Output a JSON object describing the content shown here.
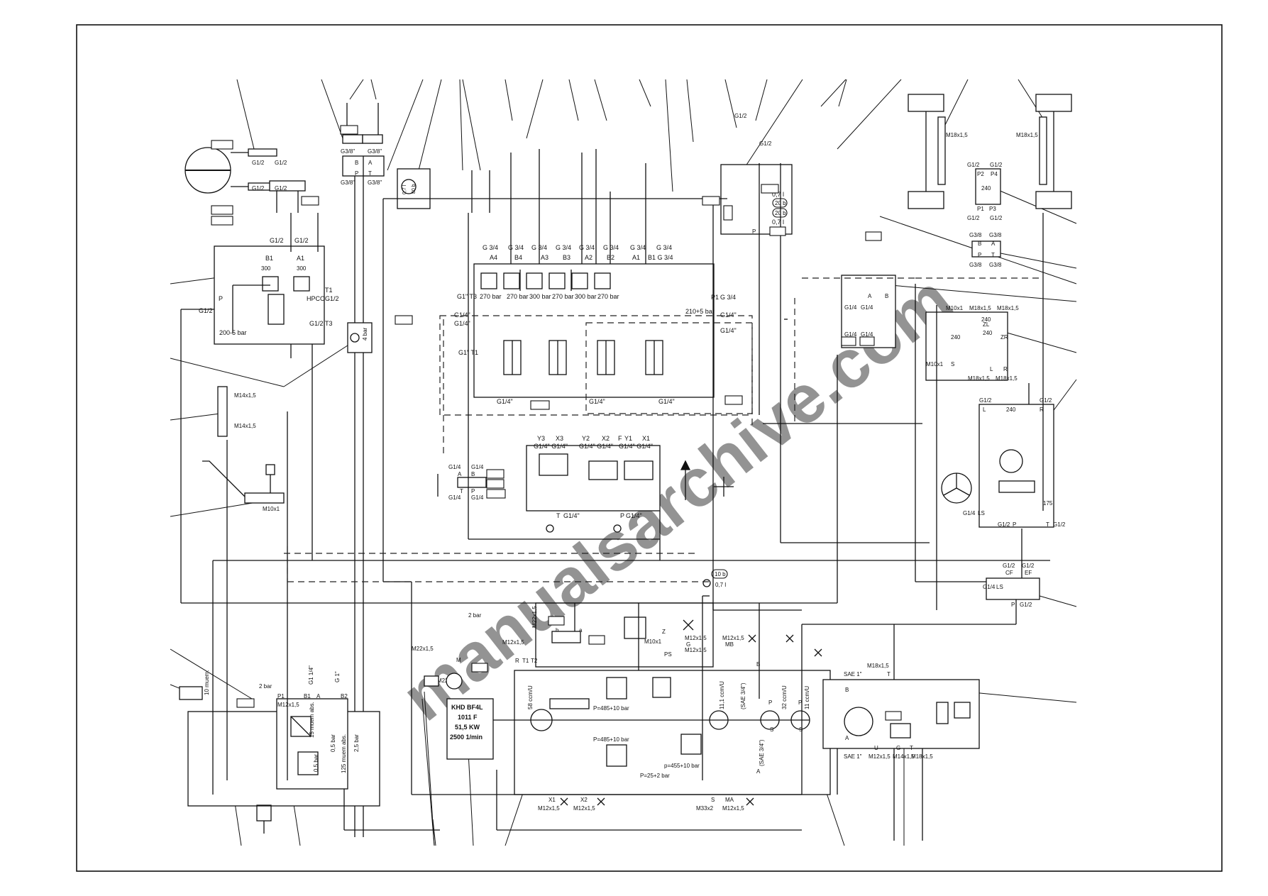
{
  "watermark": "manualsarchive.com",
  "engine": {
    "lines": [
      "KHD BF4L",
      "1011 F",
      "51,5 KW",
      "2500 1/min"
    ]
  },
  "labels": [
    {
      "id": "g12_tl1",
      "text": "G1/2"
    },
    {
      "id": "g12_tl2",
      "text": "G1/2"
    },
    {
      "id": "g12_tl3",
      "text": "G1/2"
    },
    {
      "id": "g12_tl4",
      "text": "G1/2"
    },
    {
      "id": "g38_1",
      "text": "G3/8\""
    },
    {
      "id": "g38_2",
      "text": "G3/8\""
    },
    {
      "id": "g38_3",
      "text": "G3/8\""
    },
    {
      "id": "g38_4",
      "text": "G3/8\""
    },
    {
      "id": "vB",
      "text": "B"
    },
    {
      "id": "vA",
      "text": "A"
    },
    {
      "id": "vP",
      "text": "P"
    },
    {
      "id": "vT",
      "text": "T"
    },
    {
      "id": "acc07",
      "text": "0,7 l"
    },
    {
      "id": "acc80",
      "text": "80 b"
    },
    {
      "id": "bB1",
      "text": "B1"
    },
    {
      "id": "bA1",
      "text": "A1"
    },
    {
      "id": "b300a",
      "text": "300"
    },
    {
      "id": "b300b",
      "text": "300"
    },
    {
      "id": "bG12a",
      "text": "G1/2"
    },
    {
      "id": "bG12b",
      "text": "G1/2"
    },
    {
      "id": "bP",
      "text": "P"
    },
    {
      "id": "bG12c",
      "text": "G1/2"
    },
    {
      "id": "bHPCO",
      "text": "HPCO"
    },
    {
      "id": "bT1",
      "text": "T1"
    },
    {
      "id": "bG12d",
      "text": "G1/2"
    },
    {
      "id": "b200",
      "text": "200-5 bar"
    },
    {
      "id": "bG12e",
      "text": "G1/2"
    },
    {
      "id": "bT3",
      "text": "T3"
    },
    {
      "id": "b4bar",
      "text": "4 bar"
    },
    {
      "id": "cvG34a",
      "text": "G 3/4"
    },
    {
      "id": "cvG34b",
      "text": "G 3/4"
    },
    {
      "id": "cvG34c",
      "text": "G 3/4"
    },
    {
      "id": "cvG34d",
      "text": "G 3/4"
    },
    {
      "id": "cvG34e",
      "text": "G 3/4"
    },
    {
      "id": "cvG34f",
      "text": "G 3/4"
    },
    {
      "id": "cvG34g",
      "text": "G 3/4"
    },
    {
      "id": "cvG34h",
      "text": "G 3/4"
    },
    {
      "id": "cvA4",
      "text": "A4"
    },
    {
      "id": "cvB4",
      "text": "B4"
    },
    {
      "id": "cvA3",
      "text": "A3"
    },
    {
      "id": "cvB3",
      "text": "B3"
    },
    {
      "id": "cvA2",
      "text": "A2"
    },
    {
      "id": "cvB2",
      "text": "B2"
    },
    {
      "id": "cvA1",
      "text": "A1"
    },
    {
      "id": "cvB1",
      "text": "B1 G 3/4"
    },
    {
      "id": "cvG1T3",
      "text": "G1\"  T3"
    },
    {
      "id": "cv270a",
      "text": "270 bar"
    },
    {
      "id": "cv270b",
      "text": "270 bar"
    },
    {
      "id": "cv300a",
      "text": "300 bar"
    },
    {
      "id": "cv270c",
      "text": "270 bar"
    },
    {
      "id": "cv300b",
      "text": "300 bar"
    },
    {
      "id": "cv270d",
      "text": "270 bar"
    },
    {
      "id": "cvP1",
      "text": "P1"
    },
    {
      "id": "cvG34i",
      "text": "G 3/4"
    },
    {
      "id": "cv210",
      "text": "210+5 bar"
    },
    {
      "id": "cvG14a",
      "text": "G1/4\""
    },
    {
      "id": "cvG14b",
      "text": "G1/4\""
    },
    {
      "id": "cvG14c",
      "text": "G1/4\""
    },
    {
      "id": "cvG14d",
      "text": "G1/4\""
    },
    {
      "id": "cvG1T1",
      "text": "G1\"  T1"
    },
    {
      "id": "cvG14e",
      "text": "G1/4\""
    },
    {
      "id": "cvG14f",
      "text": "G1/4\""
    },
    {
      "id": "cvG14g",
      "text": "G1/4\""
    },
    {
      "id": "jY3",
      "text": "Y3"
    },
    {
      "id": "jX3",
      "text": "X3"
    },
    {
      "id": "jY2",
      "text": "Y2"
    },
    {
      "id": "jX2",
      "text": "X2"
    },
    {
      "id": "jF",
      "text": "F"
    },
    {
      "id": "jY1",
      "text": "Y1"
    },
    {
      "id": "jX1",
      "text": "X1"
    },
    {
      "id": "jG14a",
      "text": "G1/4\" G1/4\""
    },
    {
      "id": "jG14b",
      "text": "G1/4\" G1/4\""
    },
    {
      "id": "jG14c",
      "text": "G1/4\" G1/4\""
    },
    {
      "id": "jT",
      "text": "T"
    },
    {
      "id": "jG14d",
      "text": "G1/4\""
    },
    {
      "id": "jP",
      "text": "P"
    },
    {
      "id": "jG14e",
      "text": "G1/4\""
    },
    {
      "id": "sG14a",
      "text": "G1/4"
    },
    {
      "id": "sG14b",
      "text": "G1/4"
    },
    {
      "id": "sA",
      "text": "A"
    },
    {
      "id": "sB",
      "text": "B"
    },
    {
      "id": "sT",
      "text": "T"
    },
    {
      "id": "sP",
      "text": "P"
    },
    {
      "id": "sG14c",
      "text": "G1/4"
    },
    {
      "id": "sG14d",
      "text": "G1/4"
    },
    {
      "id": "m14a",
      "text": "M14x1,5"
    },
    {
      "id": "m14b",
      "text": "M14x1,5"
    },
    {
      "id": "m10",
      "text": "M10x1"
    },
    {
      "id": "rG12a",
      "text": "G1/2"
    },
    {
      "id": "rG12b",
      "text": "G1/2"
    },
    {
      "id": "r07",
      "text": "0,7 l"
    },
    {
      "id": "r20a",
      "text": "20 b"
    },
    {
      "id": "r20b",
      "text": "20 b"
    },
    {
      "id": "r07b",
      "text": "0,7 l"
    },
    {
      "id": "rP",
      "text": "P"
    },
    {
      "id": "m18a",
      "text": "M18x1,5"
    },
    {
      "id": "m18b",
      "text": "M18x1,5"
    },
    {
      "id": "wG12a",
      "text": "G1/2"
    },
    {
      "id": "wG12b",
      "text": "G1/2"
    },
    {
      "id": "wP2",
      "text": "P2"
    },
    {
      "id": "wP4",
      "text": "P4"
    },
    {
      "id": "w240",
      "text": "240"
    },
    {
      "id": "wP1",
      "text": "P1"
    },
    {
      "id": "wP3",
      "text": "P3"
    },
    {
      "id": "wG12c",
      "text": "G1/2"
    },
    {
      "id": "wG12d",
      "text": "G1/2"
    },
    {
      "id": "wG38a",
      "text": "G3/8"
    },
    {
      "id": "wG38b",
      "text": "G3/8"
    },
    {
      "id": "wB",
      "text": "B"
    },
    {
      "id": "wA",
      "text": "A"
    },
    {
      "id": "wP",
      "text": "P"
    },
    {
      "id": "wT",
      "text": "T"
    },
    {
      "id": "wG38c",
      "text": "G3/8"
    },
    {
      "id": "wG38d",
      "text": "G3/8"
    },
    {
      "id": "qA",
      "text": "A"
    },
    {
      "id": "qB",
      "text": "B"
    },
    {
      "id": "qG14a",
      "text": "G1/4"
    },
    {
      "id": "qG14b",
      "text": "G1/4"
    },
    {
      "id": "qG14c",
      "text": "G1/4"
    },
    {
      "id": "qG14d",
      "text": "G1/4"
    },
    {
      "id": "zM10a",
      "text": "M10x1"
    },
    {
      "id": "zM18a",
      "text": "M18x1,5"
    },
    {
      "id": "zM18b",
      "text": "M18x1,5"
    },
    {
      "id": "z240a",
      "text": "240"
    },
    {
      "id": "zZL",
      "text": "ZL"
    },
    {
      "id": "z240b",
      "text": "240"
    },
    {
      "id": "z240c",
      "text": "240"
    },
    {
      "id": "zZR",
      "text": "ZR"
    },
    {
      "id": "zM10b",
      "text": "M10x1"
    },
    {
      "id": "zS",
      "text": "S"
    },
    {
      "id": "zL",
      "text": "L"
    },
    {
      "id": "zR",
      "text": "R"
    },
    {
      "id": "zM18c",
      "text": "M18x1,5"
    },
    {
      "id": "zM18d",
      "text": "M18x1,5"
    },
    {
      "id": "oG12a",
      "text": "G1/2"
    },
    {
      "id": "oG12b",
      "text": "G1/2"
    },
    {
      "id": "oL",
      "text": "L"
    },
    {
      "id": "o240",
      "text": "240"
    },
    {
      "id": "oR",
      "text": "R"
    },
    {
      "id": "o175",
      "text": "175"
    },
    {
      "id": "oG14",
      "text": "G1/4"
    },
    {
      "id": "oLS",
      "text": "LS"
    },
    {
      "id": "oG12c",
      "text": "G1/2"
    },
    {
      "id": "oP",
      "text": "P"
    },
    {
      "id": "oT",
      "text": "T"
    },
    {
      "id": "oG12d",
      "text": "G1/2"
    },
    {
      "id": "pG12a",
      "text": "G1/2"
    },
    {
      "id": "pG12b",
      "text": "G1/2"
    },
    {
      "id": "pCF",
      "text": "CF"
    },
    {
      "id": "pEF",
      "text": "EF"
    },
    {
      "id": "pG14",
      "text": "G1/4"
    },
    {
      "id": "pLS",
      "text": "LS"
    },
    {
      "id": "pP",
      "text": "P"
    },
    {
      "id": "pG12c",
      "text": "G1/2"
    },
    {
      "id": "a10b",
      "text": "10 b"
    },
    {
      "id": "a07",
      "text": "0,7 l"
    },
    {
      "id": "k2bar",
      "text": "2 bar"
    },
    {
      "id": "kP1",
      "text": "P1"
    },
    {
      "id": "kB1",
      "text": "B1"
    },
    {
      "id": "kA",
      "text": "A"
    },
    {
      "id": "kB2",
      "text": "B2"
    },
    {
      "id": "kM12",
      "text": "M12x1,5"
    },
    {
      "id": "kG114",
      "text": "G1 1/4\""
    },
    {
      "id": "kG1",
      "text": "G 1\""
    },
    {
      "id": "k15mu",
      "text": "15 muem abs."
    },
    {
      "id": "k05a",
      "text": "0,5 bar"
    },
    {
      "id": "k25",
      "text": "2,5 bar"
    },
    {
      "id": "k05b",
      "text": "0,5 bar"
    },
    {
      "id": "k125",
      "text": "125 muem abs."
    },
    {
      "id": "k10mu",
      "text": "10 muem."
    },
    {
      "id": "e2bar",
      "text": "2 bar"
    },
    {
      "id": "eM22a",
      "text": "M22x1,5"
    },
    {
      "id": "eM22b",
      "text": "M22x1,5"
    },
    {
      "id": "eM",
      "text": "M"
    },
    {
      "id": "eM12a",
      "text": "M12x1,5"
    },
    {
      "id": "eM22c",
      "text": "M22x1,5"
    },
    {
      "id": "eM12b",
      "text": "M12x1,5"
    },
    {
      "id": "eR",
      "text": "R"
    },
    {
      "id": "eT1",
      "text": "T1"
    },
    {
      "id": "eT2",
      "text": "T2"
    },
    {
      "id": "eb",
      "text": "b"
    },
    {
      "id": "ea",
      "text": "a"
    },
    {
      "id": "eZ",
      "text": "Z"
    },
    {
      "id": "eM10",
      "text": "M10x1"
    },
    {
      "id": "ePS",
      "text": "PS"
    },
    {
      "id": "eM12c",
      "text": "M12x1,5"
    },
    {
      "id": "eG",
      "text": "G"
    },
    {
      "id": "eM12d",
      "text": "M12x1,5"
    },
    {
      "id": "eMB",
      "text": "MB"
    },
    {
      "id": "eB",
      "text": "B"
    },
    {
      "id": "e58",
      "text": "58 ccm/U"
    },
    {
      "id": "eP485a",
      "text": "P=485+10 bar"
    },
    {
      "id": "e111",
      "text": "11,1 ccm/U"
    },
    {
      "id": "eSAE34a",
      "text": "(SAE 3/4\")"
    },
    {
      "id": "ePa",
      "text": "P"
    },
    {
      "id": "e32",
      "text": "32 ccm/U"
    },
    {
      "id": "ePb",
      "text": "P"
    },
    {
      "id": "e11",
      "text": "11 ccm/U"
    },
    {
      "id": "eSa",
      "text": "S"
    },
    {
      "id": "eSb",
      "text": "S"
    },
    {
      "id": "eP485b",
      "text": "P=485+10 bar"
    },
    {
      "id": "ep455",
      "text": "p=455+10 bar"
    },
    {
      "id": "eP25",
      "text": "P=25+2 bar"
    },
    {
      "id": "eSAE34b",
      "text": "(SAE 3/4\")"
    },
    {
      "id": "eA",
      "text": "A"
    },
    {
      "id": "eX1",
      "text": "X1"
    },
    {
      "id": "eX2",
      "text": "X2"
    },
    {
      "id": "eS",
      "text": "S"
    },
    {
      "id": "eMA",
      "text": "MA"
    },
    {
      "id": "eM12e",
      "text": "M12x1,5"
    },
    {
      "id": "eM12f",
      "text": "M12x1,5"
    },
    {
      "id": "eM33",
      "text": "M33x2"
    },
    {
      "id": "eM12g",
      "text": "M12x1,5"
    },
    {
      "id": "fM18a",
      "text": "M18x1,5"
    },
    {
      "id": "fSAE1a",
      "text": "SAE 1\""
    },
    {
      "id": "fT",
      "text": "T"
    },
    {
      "id": "fB",
      "text": "B"
    },
    {
      "id": "fA",
      "text": "A"
    },
    {
      "id": "fU",
      "text": "U"
    },
    {
      "id": "fG",
      "text": "G"
    },
    {
      "id": "fT2",
      "text": "T"
    },
    {
      "id": "fSAE1b",
      "text": "SAE 1\""
    },
    {
      "id": "fM12",
      "text": "M12x1,5"
    },
    {
      "id": "fM14",
      "text": "M14x1,5"
    },
    {
      "id": "fM18b",
      "text": "M18x1,5"
    }
  ]
}
